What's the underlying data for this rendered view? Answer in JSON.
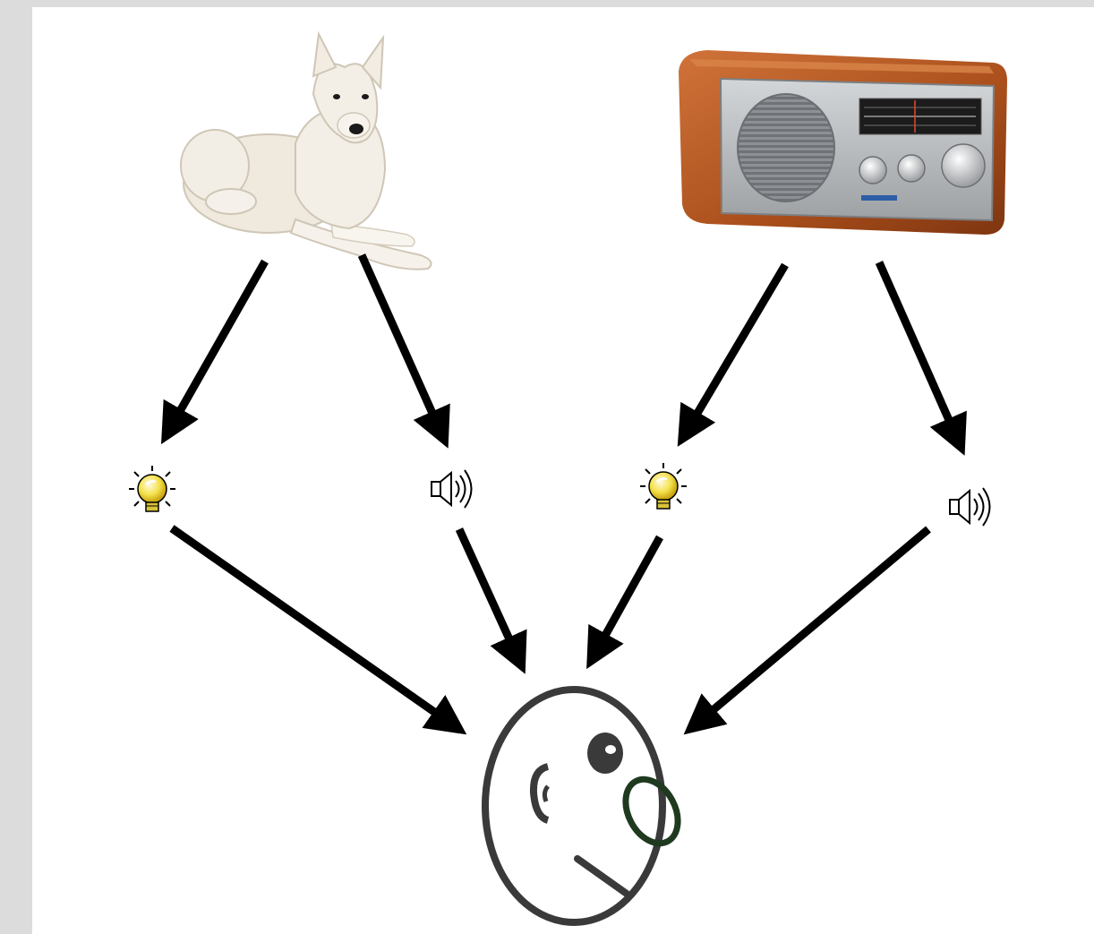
{
  "diagram": {
    "sources": [
      {
        "kind": "dog",
        "icon": "dog-image"
      },
      {
        "kind": "radio",
        "icon": "radio-image"
      }
    ],
    "signals": [
      {
        "kind": "light",
        "icon": "lightbulb-icon",
        "source": "dog"
      },
      {
        "kind": "sound",
        "icon": "speaker-icon",
        "source": "dog"
      },
      {
        "kind": "light",
        "icon": "lightbulb-icon",
        "source": "radio"
      },
      {
        "kind": "sound",
        "icon": "speaker-icon",
        "source": "radio"
      }
    ],
    "observer": {
      "kind": "face",
      "icon": "face-icon"
    },
    "colors": {
      "arrow": "#000000",
      "face_outline": "#3a3a3a",
      "nose": "#1f3a1f",
      "bulb": "#f2e04a",
      "radio_wood": "#b5581f",
      "radio_panel": "#a9acae",
      "dog_fur": "#f1ede4"
    }
  }
}
